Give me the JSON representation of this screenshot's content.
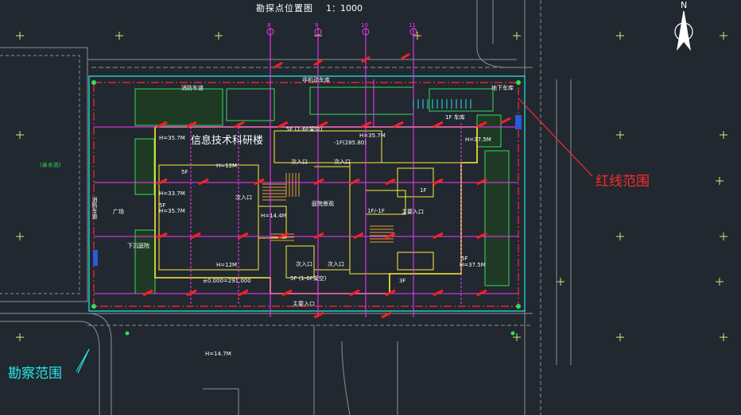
{
  "drawing": {
    "title": "勘探点位置图",
    "scale": "1：1000",
    "north_label": "N",
    "red_line_label": "红线范围",
    "survey_area_label": "勘察范围",
    "building_name": "信息技术科研楼",
    "axis_labels": [
      "8",
      "9",
      "10",
      "11"
    ],
    "annotations": {
      "fire_lane_top": "消防车道",
      "fire_lane_left": "消防车道",
      "wetland": "(亲水池)",
      "h_a": "H=35.7M",
      "h_b": "H=35.7M",
      "h_c": "H=37.5M",
      "h_d": "H=33.7M",
      "h_e": "H=35.7M",
      "h_f": "H=14.4M",
      "h_g": "H=37.5M",
      "h_h": "H=14.7M",
      "h_i": "H=12M",
      "h_j": "H=12M",
      "elev": "±0.000=291.000",
      "entry_1": "次入口",
      "entry_2": "次入口",
      "entry_3": "次入口",
      "entry_4": "次入口",
      "entry_5": "次入口",
      "main_entry": "主要入口",
      "main_entry_2": "主要入口",
      "floor_1": "1F",
      "floor_2": "1F/-1F",
      "floor_3": "5F",
      "floor_4": "5F",
      "floor_5": "5F",
      "floor_6": "5F (1-6F架空)",
      "floor_7": "5F (1-6F架空)",
      "floor_8": "3F",
      "floor_9": "1F 车库",
      "garage": "地下车库",
      "bike": "非机动车库",
      "ground": "-1F(285.80)",
      "plaza": "广场",
      "courtyard": "庭院景观",
      "skylight": "下沉庭院"
    }
  },
  "colors": {
    "background": "#212830",
    "red_line": "#ff2a2a",
    "survey_line": "#29e6e6",
    "building": "#ffee33",
    "grid_axis": "#ff33ff",
    "vegetation": "#33dd55",
    "road": "#8a8f96"
  }
}
